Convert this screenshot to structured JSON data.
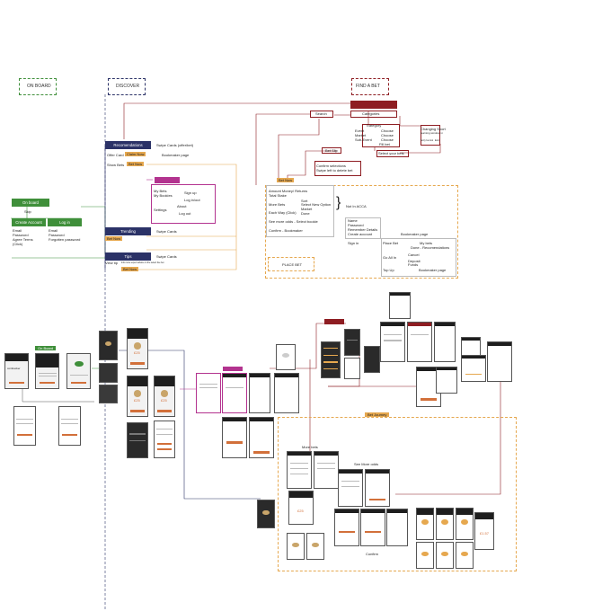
{
  "sections": {
    "onboard_legend": "ON BOARD",
    "discover_legend": "DISCOVER",
    "findabet_legend": "FIND A BET"
  },
  "onboard": {
    "title": "On board",
    "skip": "Skip",
    "create_account": {
      "label": "Create Account",
      "items": [
        "Email",
        "Password",
        "Agree Terms",
        "(Click)"
      ]
    },
    "login": {
      "label": "Log in",
      "items": [
        "Email",
        "Password",
        "Forgotten password"
      ]
    }
  },
  "discover": {
    "recommendations": "Recomendations",
    "swipe_cards_offer": "Swipe Cards (offer/bet)",
    "offer_card": "Offer Card",
    "claim_now": "Claim Now",
    "bookmaker_page": "Bookmaker page",
    "show_bets": "Show Bets",
    "bet_now": "Bet Now",
    "my_bets": "My Bets",
    "my_bookies": "My Bookies",
    "sign_up": "Sign up",
    "log_in_out": "Log in/out",
    "settings": "Settings",
    "about": "About",
    "log_out": "Log out",
    "trending": "Trending",
    "swipe_cards": "Swipe Cards",
    "tips": "Tips",
    "tips_swipe": "Swipe Cards",
    "view_tip": "View tip",
    "tip_note": "Info more expert advice on the select live bet",
    "bet_now_2": "Bet Now",
    "bet_now_3": "Bet Now"
  },
  "findabet": {
    "search": "Search",
    "categories": "Categories",
    "category": "Category",
    "event": "Event",
    "market": "Market",
    "sub_event": "Sub-Event",
    "choose1": "Choose",
    "choose2": "Choose",
    "choose3": "Choose",
    "fill_bet": "Fill bet",
    "changing_sport": "Changing Sport",
    "learning_window": "learning window vi",
    "sorry": "Sorry bet slot",
    "exit": "Exit",
    "select_bets": "Select your bets",
    "bet_slip": "Bet Slip",
    "confirm_selections": "Confirm selections",
    "swipe_delete": "Swipe left to delete bet",
    "bet_now": "Bet Now"
  },
  "bet_panel": {
    "amount": "Amount Money/ Returns",
    "total_stake": "Total Stake",
    "more_bets": "More Bets",
    "sort": "Sort",
    "select_new_option": "Select New Option",
    "market": "Market",
    "done": "Done",
    "not_acca": "Not In ACCA",
    "each_way": "Each Way (Click)",
    "see_more_odds": "See more odds - Select bookie",
    "name": "Name",
    "password": "Password",
    "remember": "Remember Details",
    "create_account": "Create account",
    "bookmaker_page": "Bookmaker page",
    "confirm_bookmaker": "Confirm - Bookmaker",
    "sign_in": "Sign in",
    "place_bet_label": "Place Bet",
    "my_bets": "My bets",
    "done_recs": "Done - Recomendations",
    "go_all_in": "Go All In",
    "cancel": "Cancel",
    "deposit": "Deposit",
    "funds": "Funds",
    "top_up": "Top Up",
    "bookmaker_page_2": "Bookmaker page",
    "place_bet": "PLACE BET"
  },
  "wireframes": {
    "onboard_label": "On Board",
    "bet_journey": "Bet Journey",
    "more_bets": "More bets",
    "see_more_odds": "See More odds",
    "confirm": "Confirm",
    "brand": "coinbacker",
    "odds1": "£25",
    "odds2": "£25",
    "odds3": "£25",
    "odds4": "£1.57"
  },
  "colors": {
    "green": "#3f8f3a",
    "navy": "#2b3267",
    "maroon": "#8e1d22",
    "orange": "#e6a84f",
    "magenta": "#b3338f",
    "purple": "#4a3b8f"
  }
}
